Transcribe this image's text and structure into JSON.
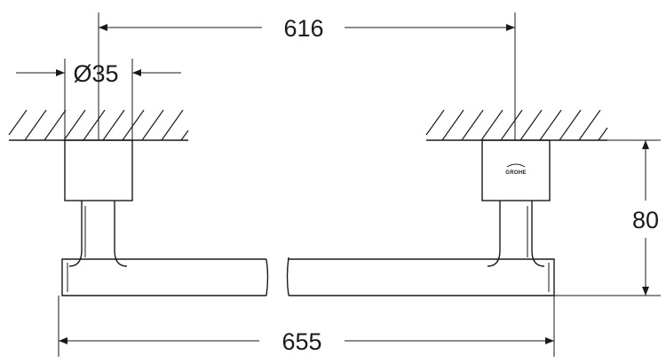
{
  "dimensions": {
    "center_distance": "616",
    "rosette_diameter_symbol": "Ø",
    "rosette_diameter": "35",
    "projection": "80",
    "overall_length": "655"
  },
  "brand_logo": "GROHE",
  "colors": {
    "line": "#1a1a1a",
    "background": "#ffffff"
  }
}
